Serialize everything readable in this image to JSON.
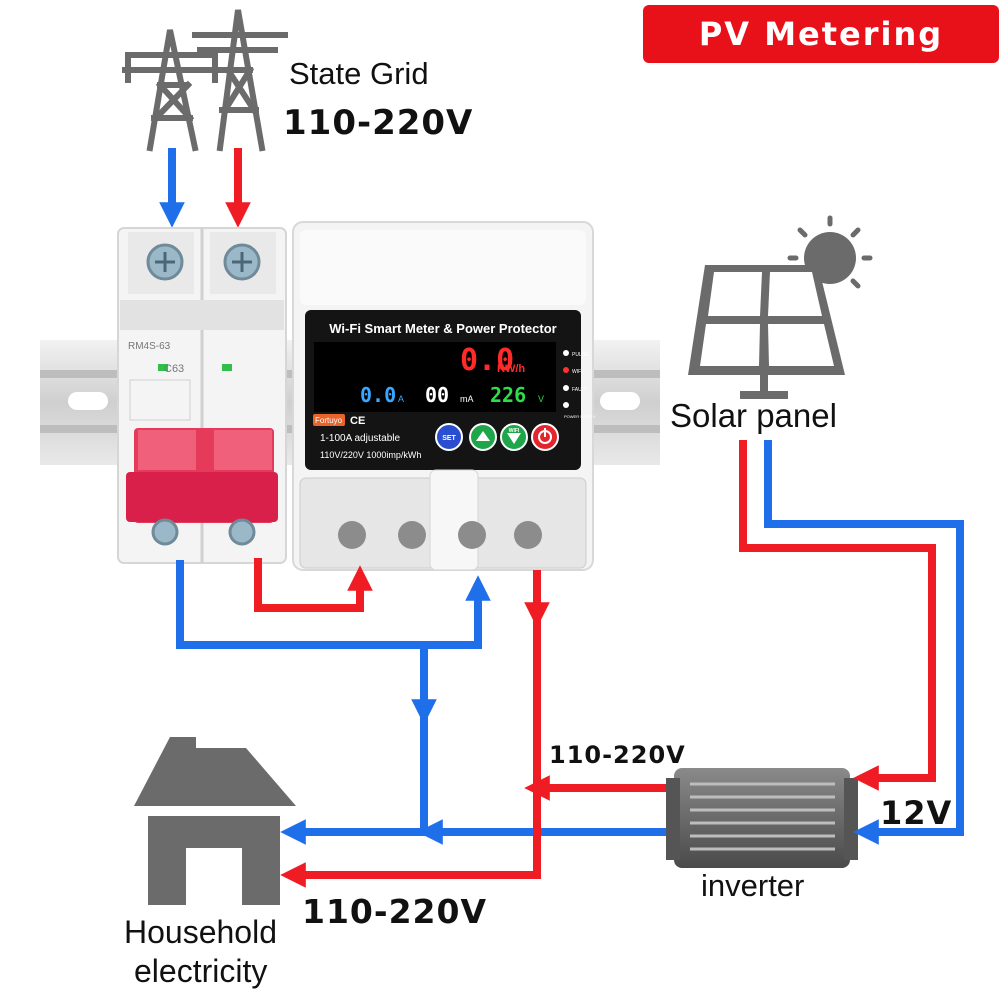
{
  "badge": {
    "title": "PV Metering"
  },
  "labels": {
    "state_grid": "State Grid",
    "grid_voltage": "110-220V",
    "solar_panel": "Solar panel",
    "inverter": "inverter",
    "inverter_ac_voltage": "110-220V",
    "dc_voltage": "12V",
    "household_line1": "Household",
    "household_line2": "electricity",
    "household_voltage": "110-220V"
  },
  "breaker": {
    "model": "RM4S-63",
    "rating": "C63"
  },
  "meter": {
    "title": "Wi-Fi Smart Meter & Power Protector",
    "energy_value": "0.0",
    "energy_unit": "KW/h",
    "current_value": "0.0",
    "current_unit": "A",
    "leak_value": "00",
    "leak_unit": "mA",
    "voltage_value": "226",
    "voltage_unit": "V",
    "indicators": [
      "PULSE",
      "WIFI",
      "FAULT",
      "POWER SUPPLY"
    ],
    "brand": "Fortuyo",
    "cert": "CE",
    "range": "1-100A adjustable",
    "spec": "110V/220V 1000imp/kWh",
    "buttons": {
      "set": "SET",
      "wifi": "WIFI"
    }
  },
  "colors": {
    "red": "#ef1c24",
    "blue": "#1f6fea",
    "badge": "#e8111a",
    "gray": "#6b6b6b"
  }
}
